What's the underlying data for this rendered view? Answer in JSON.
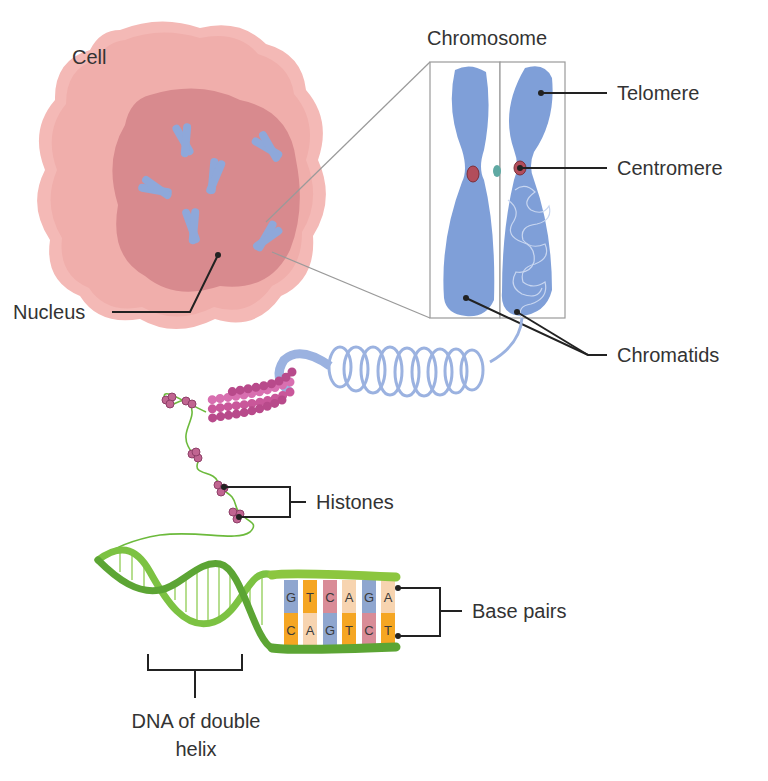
{
  "diagram": {
    "labels": [
      "Cell",
      "Chromosome",
      "Telomere",
      "Centromere",
      "Nucleus",
      "Chromatids",
      "Histones",
      "G",
      "T",
      "C",
      "A",
      "G",
      "A",
      "Base pairs",
      "C",
      "A",
      "G",
      "T",
      "C",
      "T",
      "DNA of double helix"
    ]
  }
}
